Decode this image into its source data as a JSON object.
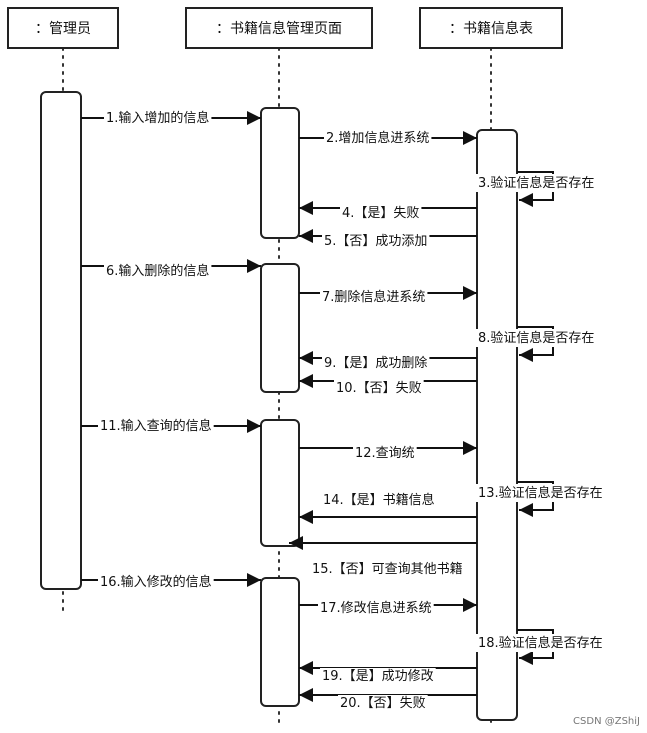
{
  "participants": [
    {
      "id": "admin",
      "label": "：管理员"
    },
    {
      "id": "page",
      "label": "：书籍信息管理页面"
    },
    {
      "id": "table",
      "label": "：书籍信息表"
    }
  ],
  "messages": [
    {
      "label": "1.输入增加的信息",
      "from": "admin",
      "to": "page"
    },
    {
      "label": "2.增加信息进系统",
      "from": "page",
      "to": "table"
    },
    {
      "label": "3.验证信息是否存在",
      "from": "table",
      "to": "table"
    },
    {
      "label": "4.【是】失败",
      "from": "table",
      "to": "page"
    },
    {
      "label": "5.【否】成功添加",
      "from": "table",
      "to": "page"
    },
    {
      "label": "6.输入删除的信息",
      "from": "admin",
      "to": "page"
    },
    {
      "label": "7.删除信息进系统",
      "from": "page",
      "to": "table"
    },
    {
      "label": "8.验证信息是否存在",
      "from": "table",
      "to": "table"
    },
    {
      "label": "9.【是】成功删除",
      "from": "table",
      "to": "page"
    },
    {
      "label": "10.【否】失败",
      "from": "table",
      "to": "page"
    },
    {
      "label": "11.输入查询的信息",
      "from": "admin",
      "to": "page"
    },
    {
      "label": "12.查询统",
      "from": "page",
      "to": "table"
    },
    {
      "label": "13.验证信息是否存在",
      "from": "table",
      "to": "table"
    },
    {
      "label": "14.【是】书籍信息",
      "from": "table",
      "to": "page"
    },
    {
      "label": "15.【否】可查询其他书籍",
      "from": "table",
      "to": "page"
    },
    {
      "label": "16.输入修改的信息",
      "from": "admin",
      "to": "page"
    },
    {
      "label": "17.修改信息进系统",
      "from": "page",
      "to": "table"
    },
    {
      "label": "18.验证信息是否存在",
      "from": "table",
      "to": "table"
    },
    {
      "label": "19.【是】成功修改",
      "from": "table",
      "to": "page"
    },
    {
      "label": "20.【否】失败",
      "from": "table",
      "to": "page"
    }
  ],
  "watermark": "CSDN @ZShiJ"
}
